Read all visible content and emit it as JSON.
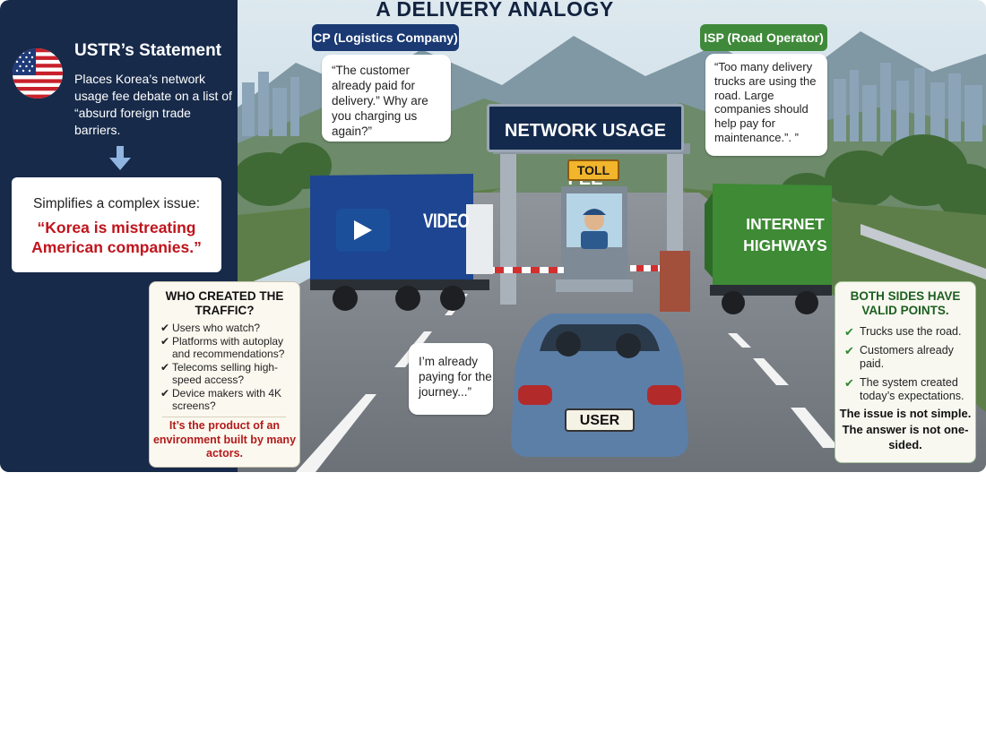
{
  "title": "A DELIVERY ANALOGY",
  "ustr": {
    "title": "USTR’s Statement",
    "text": "Places Korea’s network usage fee debate on a list of “absurd foreign trade barriers.",
    "simplify_label": "Simplifies a complex issue:",
    "simplify_quote": "“Korea is mistreating American companies.”"
  },
  "cp": {
    "tag": "CP (Logistics Company)",
    "quote": "“The customer already paid for delivery.” Why are you charging us again?”"
  },
  "isp": {
    "tag": "ISP (Road Operator)",
    "quote": "“Too many delivery trucks are using the road. Large companies should help pay for maintenance.”. ”"
  },
  "scene": {
    "gantry_sign": "NETWORK USAGE FEE",
    "toll_sign": "TOLL",
    "video_truck_label": "VIDEO",
    "internet_truck_label": "INTERNET HIGHWAYS",
    "car_plate": "USER",
    "user_quote": "I’m already paying for the journey...”"
  },
  "traffic": {
    "title": "WHO CREATED THE TRAFFIC?",
    "items": [
      "Users who watch?",
      "Platforms with autoplay and recommendations?",
      "Telecoms selling high-speed access?",
      "Device makers with 4K screens?"
    ],
    "note": "It’s the product of an environment built by many actors."
  },
  "sides": {
    "title": "BOTH SIDES HAVE VALID POINTS.",
    "items": [
      "Trucks use the road.",
      "Customers already paid.",
      "The system created today’s expectations."
    ],
    "note": "The issue is not simple. The answer is not one-sided."
  },
  "colors": {
    "navy": "#172a4a",
    "red_emphasis": "#c0141c",
    "cp_blue": "#1b3a73",
    "isp_green": "#3f8a3a",
    "toll_yellow": "#f2b52b"
  },
  "icons": [
    "us-flag-icon",
    "down-arrow-icon",
    "play-icon",
    "check-icon"
  ]
}
